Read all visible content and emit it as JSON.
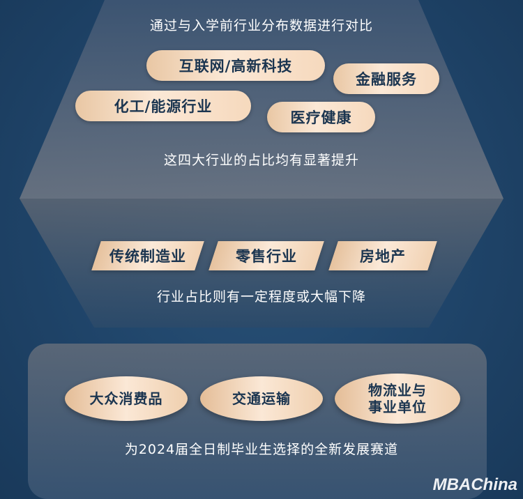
{
  "top": {
    "caption": "通过与入学前行业分布数据进行对比",
    "tags": [
      "互联网/高新科技",
      "金融服务",
      "化工/能源行业",
      "医疗健康"
    ],
    "summary": "这四大行业的占比均有显著提升"
  },
  "middle": {
    "tags": [
      "传统制造业",
      "零售行业",
      "房地产"
    ],
    "summary": "行业占比则有一定程度或大幅下降"
  },
  "bottom": {
    "tags": [
      "大众消费品",
      "交通运输",
      "物流业与\n事业单位"
    ],
    "summary": "为2024届全日制毕业生选择的全新发展赛道"
  },
  "watermark": "MBAChina",
  "colors": {
    "background": "#1f4469",
    "tag_fill": "#f6dcc3",
    "tag_text": "#1b3550",
    "panel": "#5d6a7a"
  }
}
